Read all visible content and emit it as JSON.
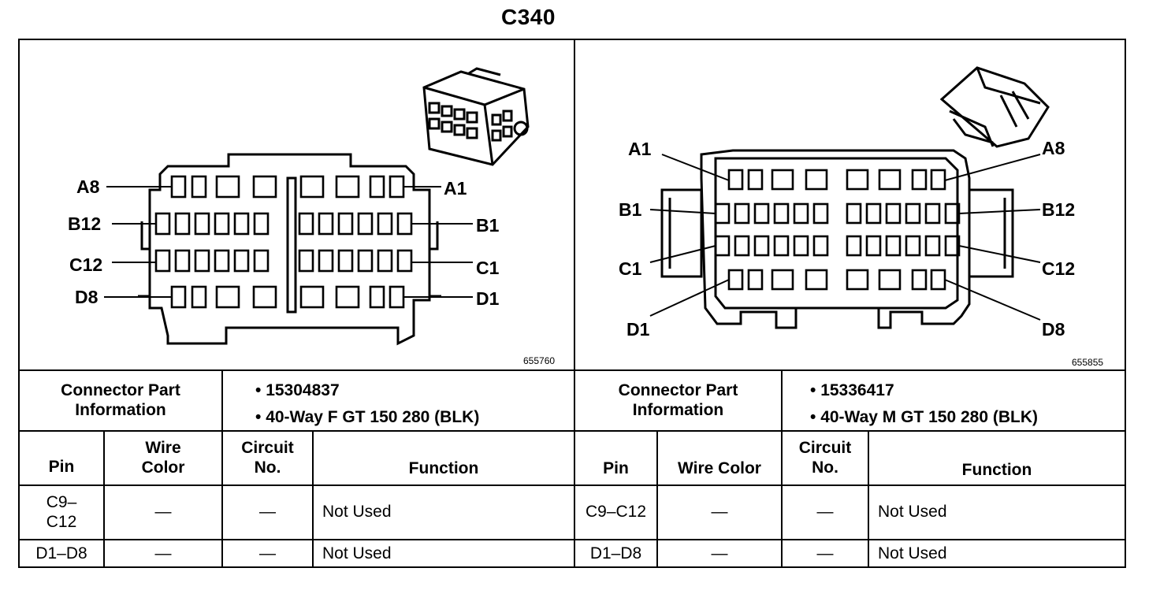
{
  "title": "C340",
  "connector_left": {
    "figure_number": "655760",
    "part_info_label": "Connector Part Information",
    "part_info_values": [
      "15304837",
      "40-Way F GT 150 280 (BLK)"
    ],
    "pin_labels": {
      "a8": "A8",
      "a1": "A1",
      "b12": "B12",
      "b1": "B1",
      "c12": "C12",
      "c1": "C1",
      "d8": "D8",
      "d1": "D1"
    }
  },
  "connector_right": {
    "figure_number": "655855",
    "part_info_label": "Connector Part Information",
    "part_info_values": [
      "15336417",
      "40-Way M GT 150 280 (BLK)"
    ],
    "pin_labels": {
      "a1": "A1",
      "a8": "A8",
      "b1": "B1",
      "b12": "B12",
      "c1": "C1",
      "c12": "C12",
      "d1": "D1",
      "d8": "D8"
    }
  },
  "table_left": {
    "headers": {
      "pin": "Pin",
      "wire_color": "Wire Color",
      "circuit": "Circuit No.",
      "function": "Function"
    },
    "rows": [
      {
        "pin": "C9–C12",
        "wire_color": "—",
        "circuit": "—",
        "function": "Not Used"
      },
      {
        "pin": "D1–D8",
        "wire_color": "—",
        "circuit": "—",
        "function": "Not Used"
      }
    ]
  },
  "table_right": {
    "headers": {
      "pin": "Pin",
      "wire_color": "Wire Color",
      "circuit": "Circuit No.",
      "function": "Function"
    },
    "rows": [
      {
        "pin": "C9–C12",
        "wire_color": "—",
        "circuit": "—",
        "function": "Not Used"
      },
      {
        "pin": "D1–D8",
        "wire_color": "—",
        "circuit": "—",
        "function": "Not Used"
      }
    ]
  }
}
